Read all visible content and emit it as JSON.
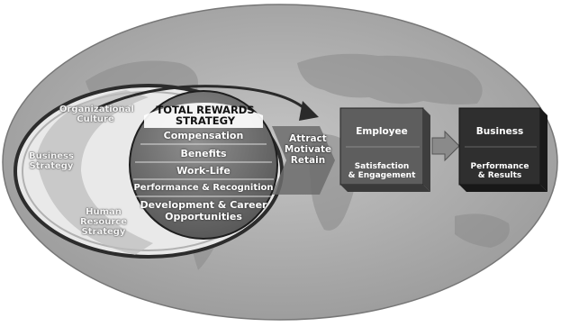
{
  "context": {
    "organizational_culture": "Organizational Culture",
    "business_strategy": "Business Strategy",
    "human_resource_strategy": "Human Resource Strategy"
  },
  "total_rewards": {
    "title_line1": "TOTAL REWARDS",
    "title_line2": "STRATEGY",
    "items": [
      "Compensation",
      "Benefits",
      "Work-Life",
      "Performance & Recognition",
      "Development & Career",
      "Opportunities"
    ]
  },
  "outcome_verbs": [
    "Attract",
    "Motivate",
    "Retain"
  ],
  "employee_box": {
    "title": "Employee",
    "sub_line1": "Satisfaction",
    "sub_line2": "& Engagement"
  },
  "business_box": {
    "title": "Business",
    "sub_line1": "Performance",
    "sub_line2": "& Results"
  },
  "colors": {
    "background_oval": "#a9a9a9",
    "inner_oval": "#e9e9e9",
    "strategy_circle": "#7a7a7a",
    "employee_box": "#5e5e5e",
    "business_box": "#2f2f2f"
  }
}
